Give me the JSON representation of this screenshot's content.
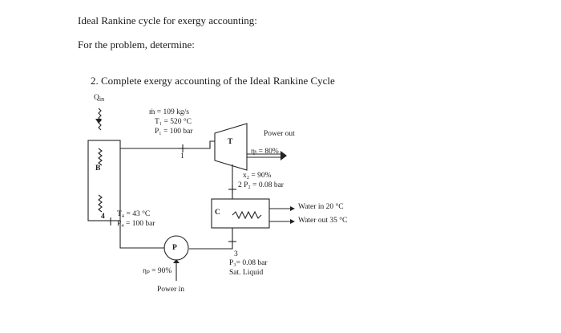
{
  "heading": {
    "title": "Ideal Rankine cycle for exergy accounting:",
    "subtitle": "For the problem, determine:"
  },
  "question": "2.  Complete exergy accounting of the Ideal Rankine Cycle",
  "diagram": {
    "q_in": "Q",
    "q_in_sub": "in",
    "boiler": "B",
    "turbine": "T",
    "condenser": "C",
    "pump": "P",
    "state1": {
      "mdot": "ṁ = 109 kg/s",
      "T": "T₁ = 520 °C",
      "P": "P₁ = 100 bar",
      "num": "1"
    },
    "power_out": "Power out",
    "eta_t": "ηₜ = 80%",
    "state2": {
      "x": "x₂ = 90%",
      "label": "2  P₂ = 0.08 bar"
    },
    "water_in": "Water in 20 °C",
    "water_out": "Water out 35 °C",
    "state4": {
      "num": "4",
      "T": "T₄ = 43 °C",
      "P": "P₄ = 100 bar"
    },
    "state3": {
      "num": "3",
      "P": "P₃= 0.08 bar",
      "state": "Sat. Liquid"
    },
    "eta_p": "ηₚ = 90%",
    "power_in": "Power in"
  }
}
